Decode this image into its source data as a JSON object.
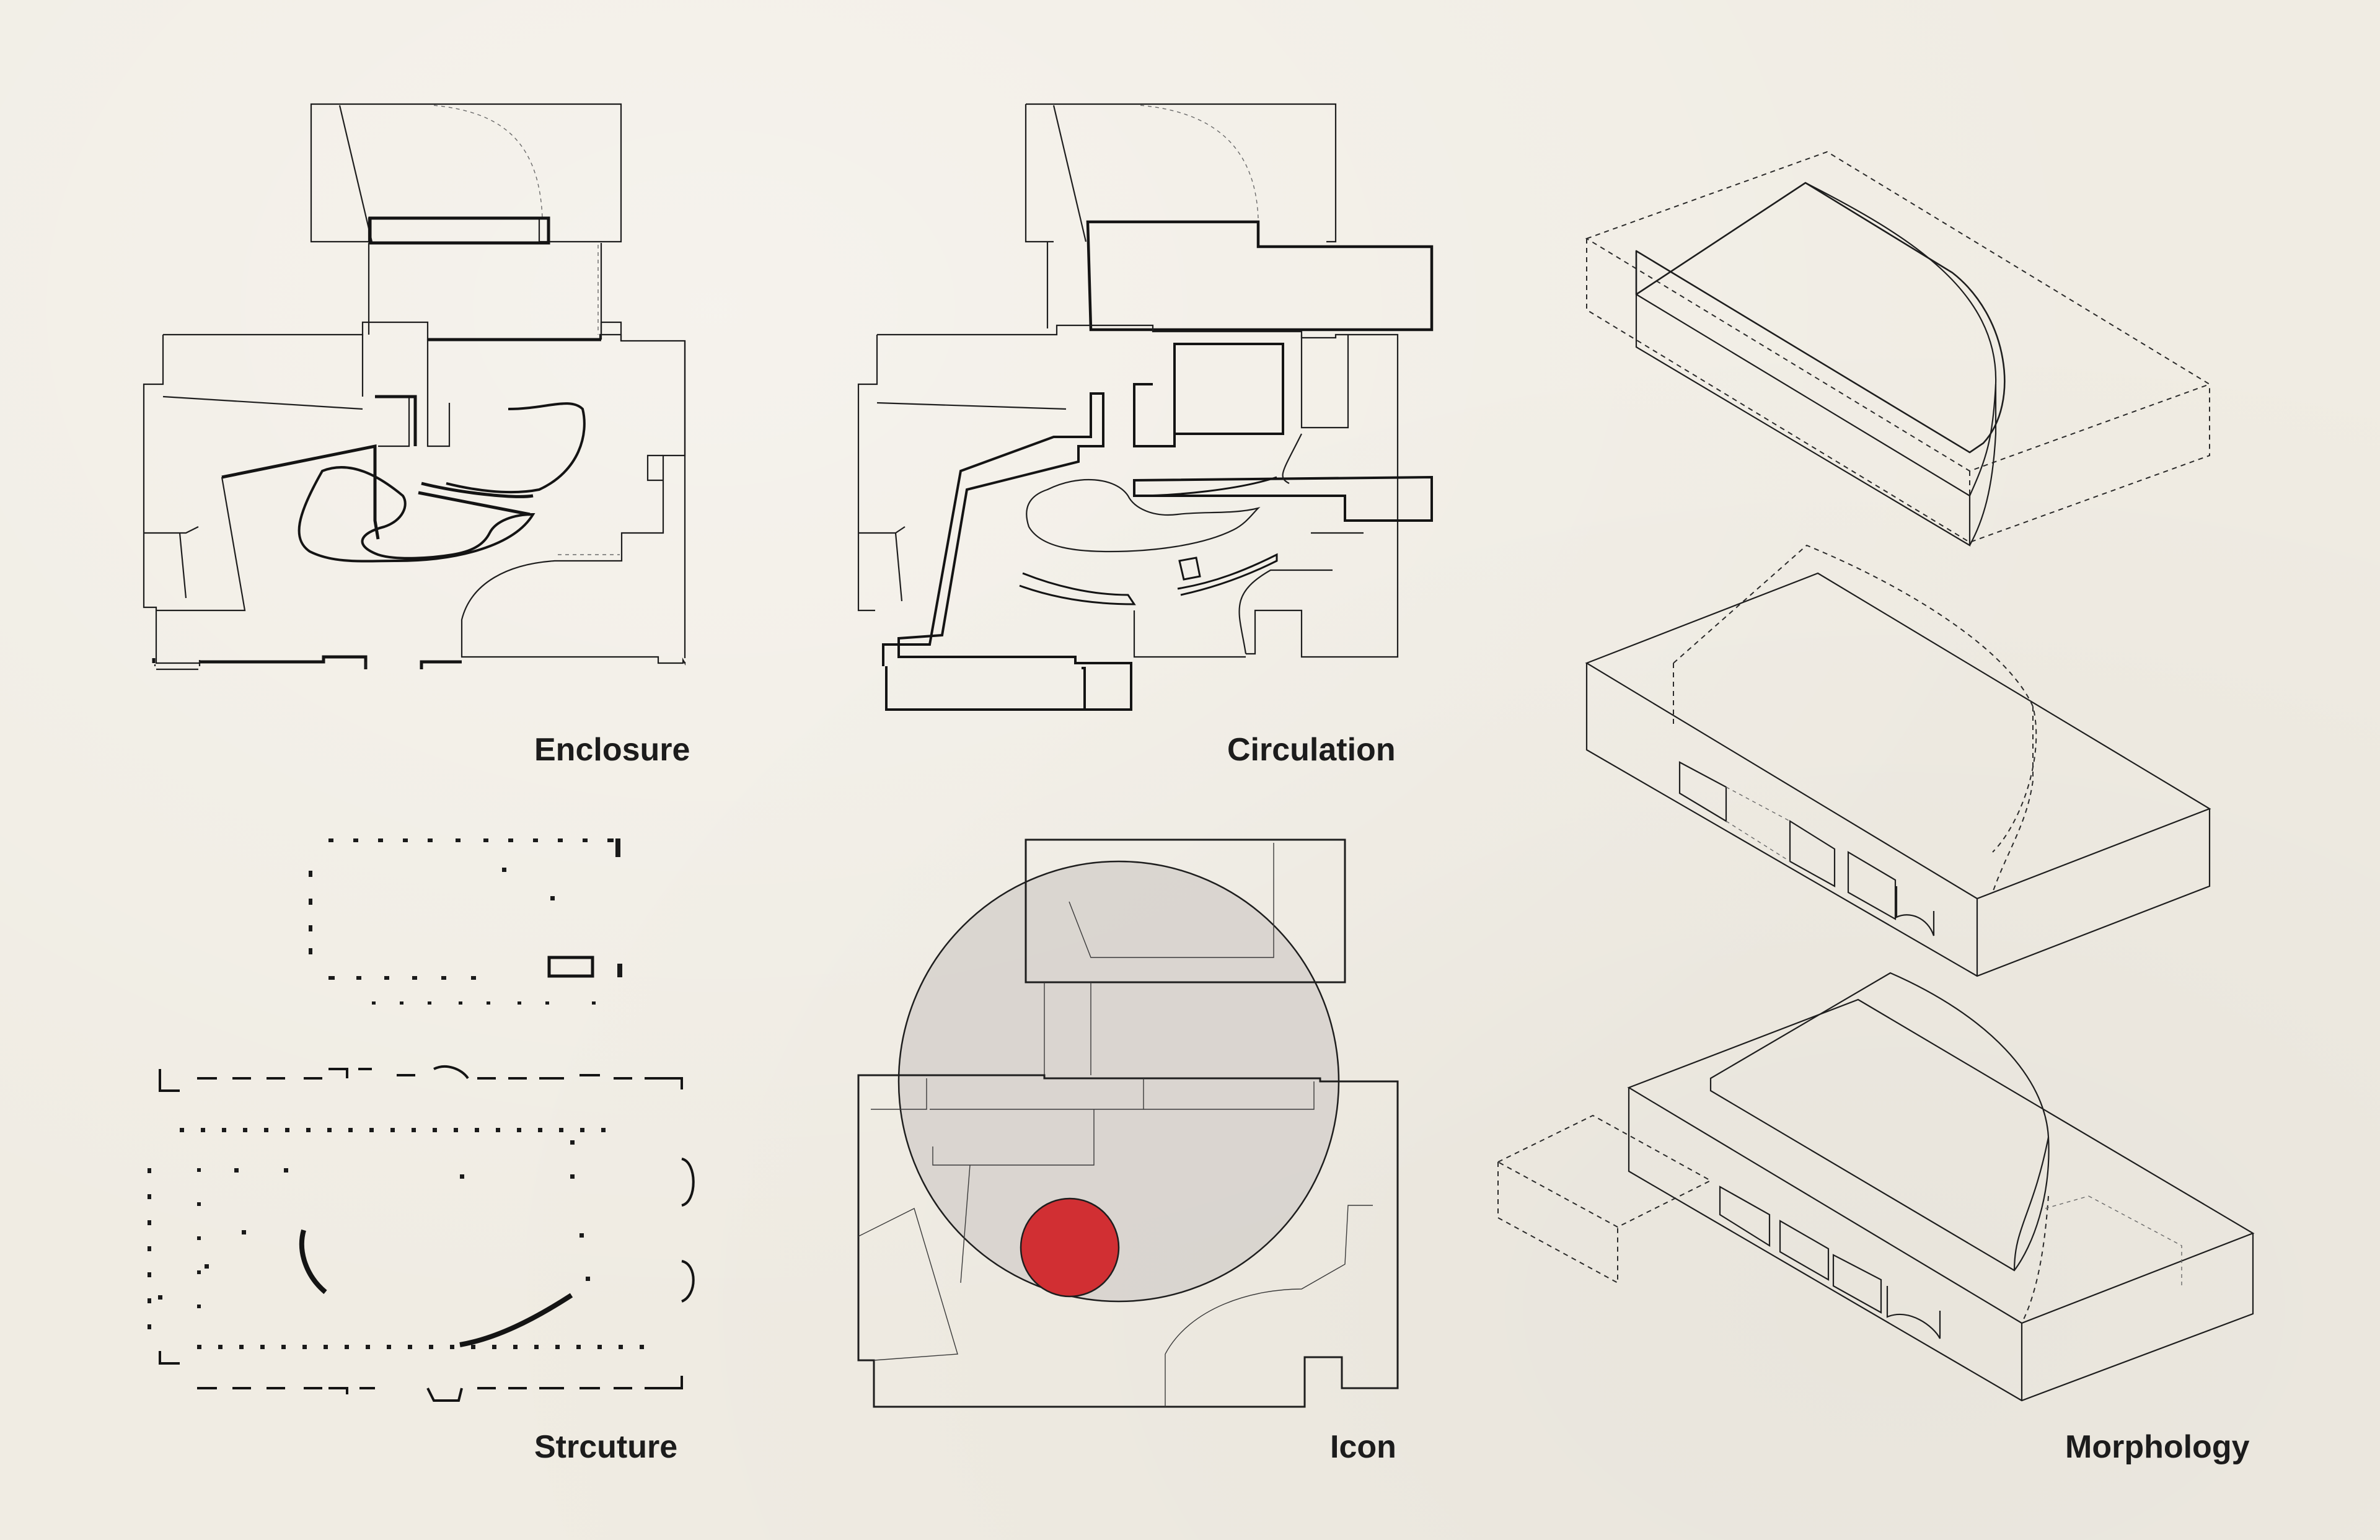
{
  "sheet": {
    "panels": [
      {
        "id": "enclosure",
        "caption": "Enclosure"
      },
      {
        "id": "circulation",
        "caption": "Circulation"
      },
      {
        "id": "morphology",
        "caption": "Morphology"
      },
      {
        "id": "structure",
        "caption": "Strcuture"
      },
      {
        "id": "icon",
        "caption": "Icon"
      }
    ],
    "colors": {
      "paper": "#f0ece3",
      "ink": "#1e1e1e",
      "icon_circle_fill": "#d6d1cd",
      "icon_focus_red": "#d12f33"
    }
  }
}
